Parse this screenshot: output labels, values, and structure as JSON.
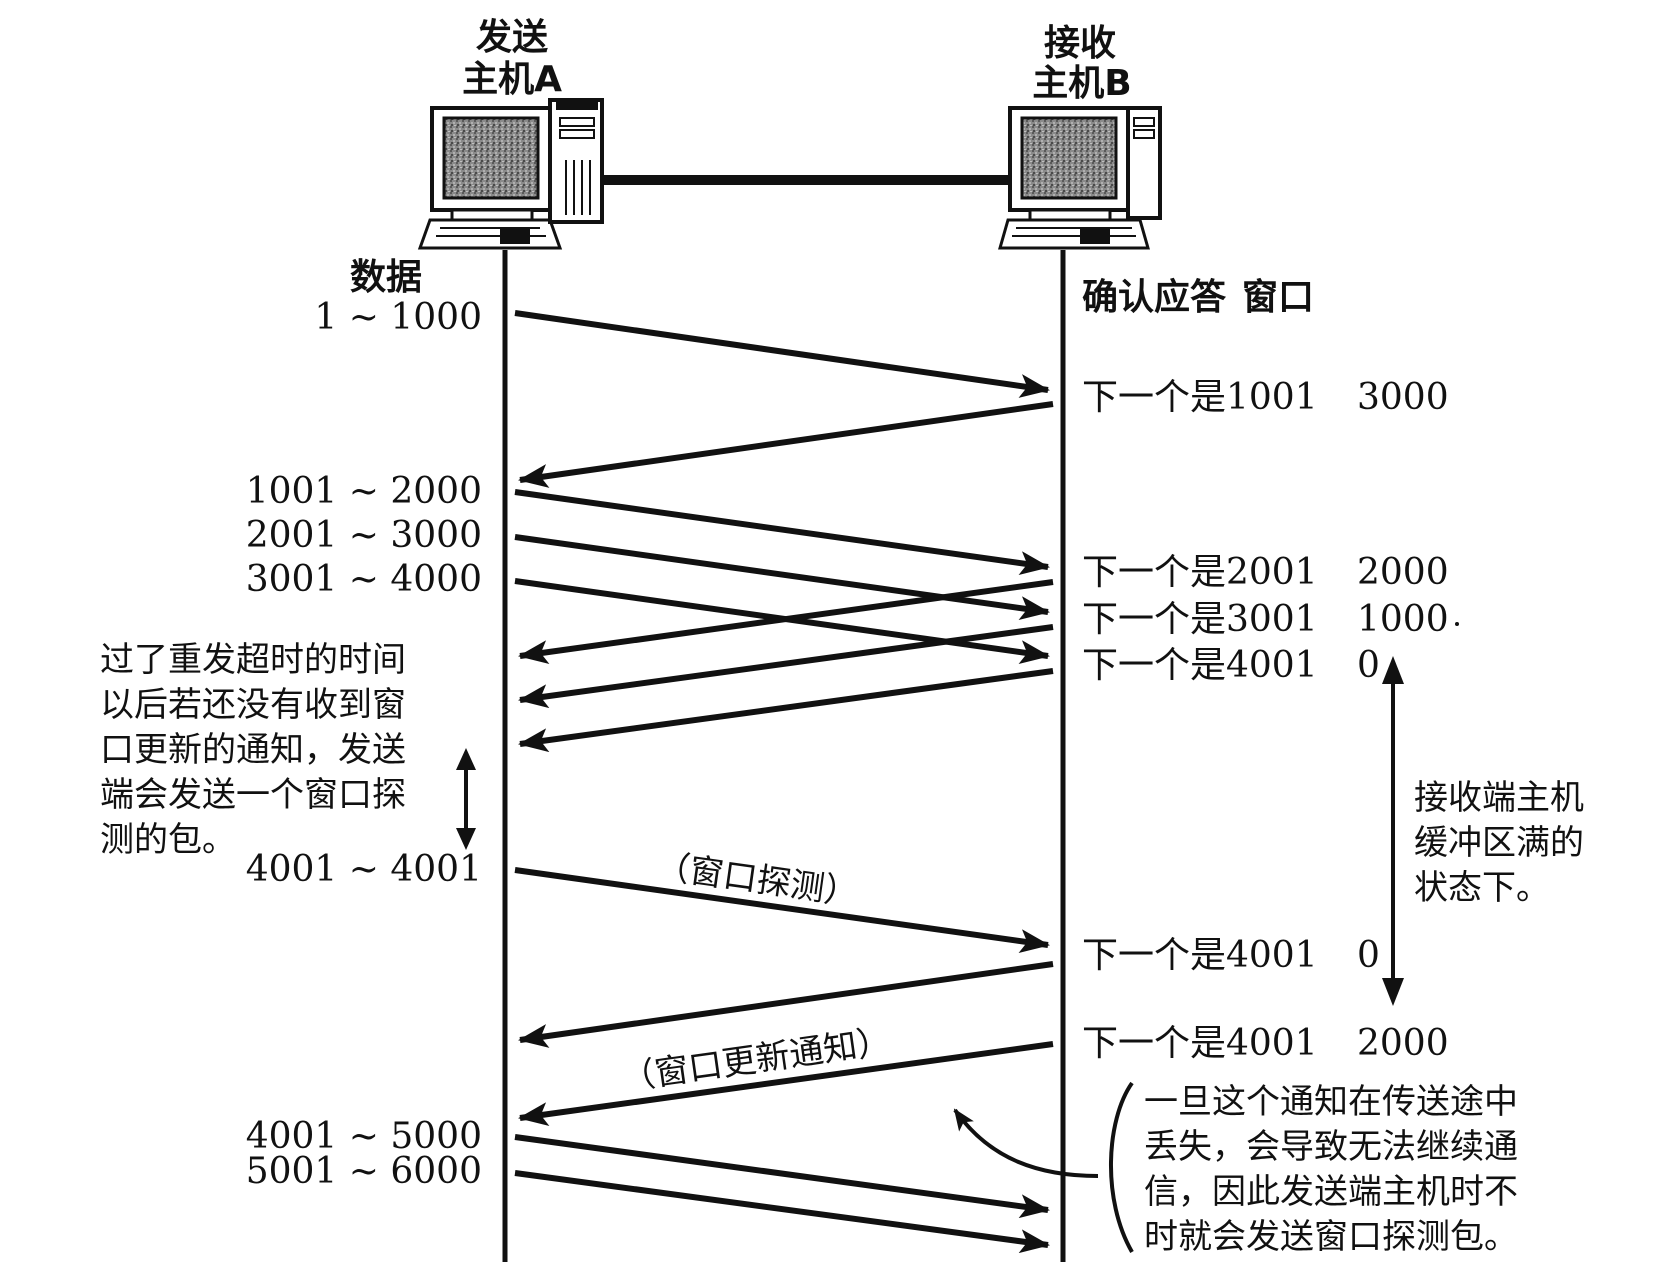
{
  "hosts": {
    "sender": {
      "line1": "发送",
      "line2": "主机A"
    },
    "receiver": {
      "line1": "接收",
      "line2": "主机B"
    }
  },
  "headers": {
    "data": "数据",
    "ack": "确认应答",
    "window": "窗口"
  },
  "data_segments": [
    "1 ~ 1000",
    "1001 ~ 2000",
    "2001 ~ 3000",
    "3001 ~ 4000",
    "4001 ~ 4001",
    "4001 ~ 5000",
    "5001 ~ 6000"
  ],
  "acks": [
    {
      "text": "下一个是1001",
      "window": "3000"
    },
    {
      "text": "下一个是2001",
      "window": "2000"
    },
    {
      "text": "下一个是3001",
      "window": "1000"
    },
    {
      "text": "下一个是4001",
      "window": "0"
    },
    {
      "text": "下一个是4001",
      "window": "0"
    },
    {
      "text": "下一个是4001",
      "window": "2000"
    }
  ],
  "labels": {
    "window_probe": "（窗口探测）",
    "window_update": "（窗口更新通知）"
  },
  "notes": {
    "left": [
      "过了重发超时的时间",
      "以后若还没有收到窗",
      "口更新的通知，发送",
      "端会发送一个窗口探",
      "测的包。"
    ],
    "right": [
      "接收端主机",
      "缓冲区满的",
      "状态下。"
    ],
    "bottom": [
      "一旦这个通知在传送途中",
      "丢失，会导致无法继续通",
      "信，因此发送端主机时不",
      "时就会发送窗口探测包。"
    ]
  },
  "colors": {
    "ink": "#111111",
    "screen": "#7a7a7a",
    "background": "#ffffff"
  },
  "icons": [
    "desktop-computer-icon",
    "desktop-computer-icon"
  ]
}
